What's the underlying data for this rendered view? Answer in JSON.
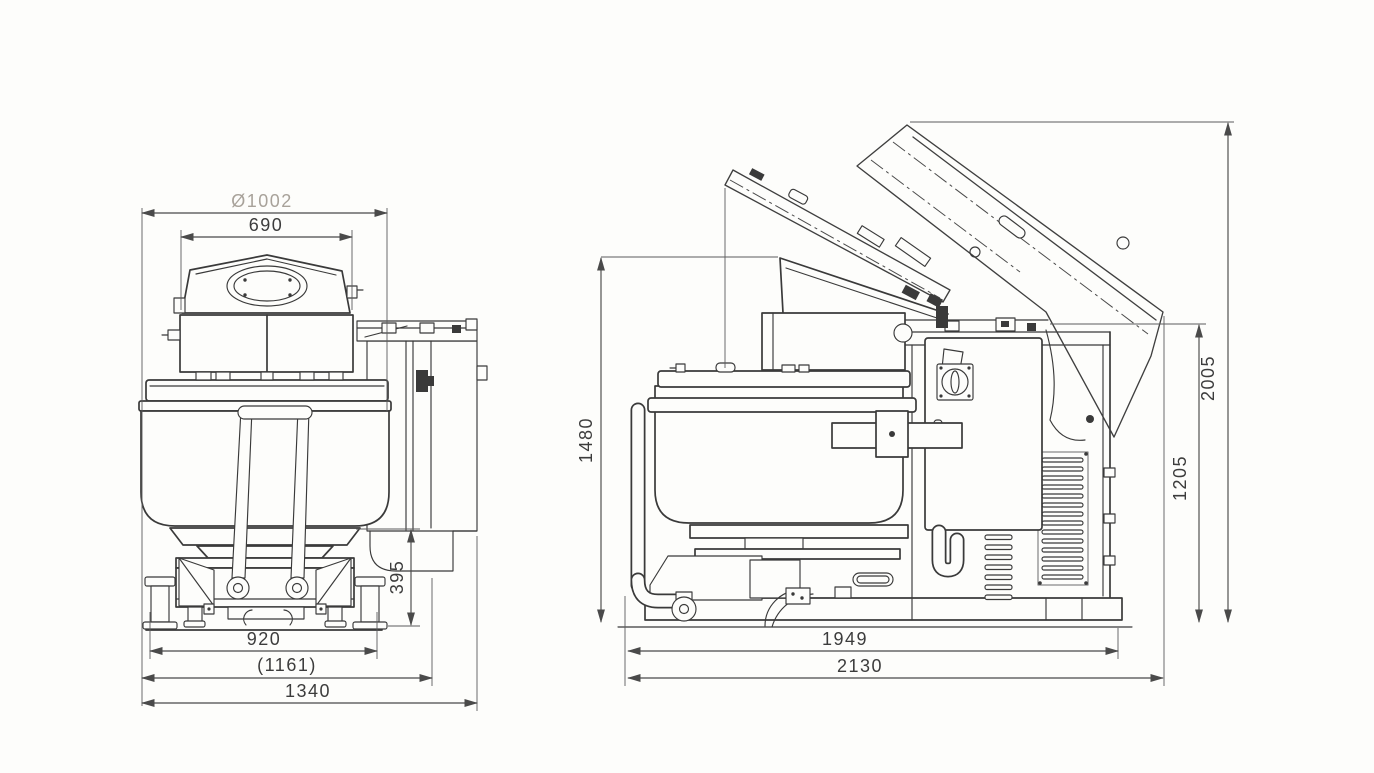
{
  "colors": {
    "background": "#fdfdfb",
    "line": "#3a3a3a",
    "dimension": "#4a4a4a",
    "faded_label": "#a8a29a"
  },
  "front_view": {
    "dims": {
      "bowl_diameter": "Ø1002",
      "head_width": "690",
      "base_height": "395",
      "base_width": "920",
      "trolley_width": "(1161)",
      "overall_width": "1340"
    }
  },
  "side_view": {
    "dims": {
      "closed_height": "1480",
      "open_height": "2005",
      "hinge_height": "1205",
      "frame_length": "1949",
      "overall_length": "2130"
    }
  }
}
